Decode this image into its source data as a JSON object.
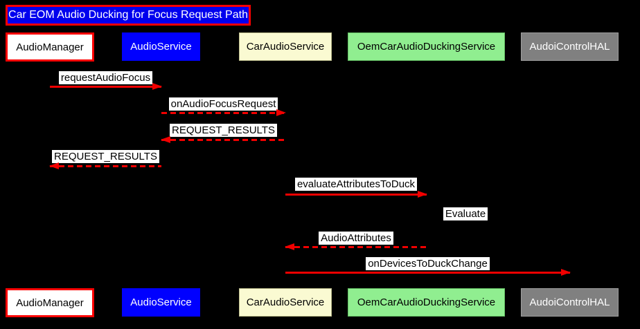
{
  "diagram": {
    "title": "Car EOM Audio Ducking for Focus Request Path",
    "background": "#000000",
    "arrow_color": "#F20000",
    "label_bg": "#FFFFFF",
    "label_fg": "#000000",
    "title_box": {
      "fill": "#0000EE",
      "border": "#FF0000",
      "text_color": "#FFFFFF"
    }
  },
  "participants": [
    {
      "name": "AudioManager",
      "fill": "#FFFFFF",
      "text_color": "#000000",
      "border": "#FF0000"
    },
    {
      "name": "AudioService",
      "fill": "#0000FF",
      "text_color": "#FFFFFF",
      "border": "#0000FF"
    },
    {
      "name": "CarAudioService",
      "fill": "#FAFAD2",
      "text_color": "#000000",
      "border": "#BDBD8C"
    },
    {
      "name": "OemCarAudioDuckingService",
      "fill": "#90EE90",
      "text_color": "#000000",
      "border": "#63BE63"
    },
    {
      "name": "AudoiControlHAL",
      "fill": "#808080",
      "text_color": "#FFFFFF",
      "border": "#9E9E9E"
    }
  ],
  "messages": [
    {
      "label": "requestAudioFocus",
      "from": "AudioManager",
      "to": "AudioService",
      "line": "solid",
      "direction": "right"
    },
    {
      "label": "onAudioFocusRequest",
      "from": "AudioService",
      "to": "CarAudioService",
      "line": "dashed",
      "direction": "right"
    },
    {
      "label": "REQUEST_RESULTS",
      "from": "CarAudioService",
      "to": "AudioService",
      "line": "dashed",
      "direction": "left"
    },
    {
      "label": "REQUEST_RESULTS",
      "from": "AudioService",
      "to": "AudioManager",
      "line": "dashed",
      "direction": "left"
    },
    {
      "label": "evaluateAttributesToDuck",
      "from": "CarAudioService",
      "to": "OemCarAudioDuckingService",
      "line": "solid",
      "direction": "right"
    },
    {
      "label": "Evaluate",
      "from": "OemCarAudioDuckingService",
      "to": "OemCarAudioDuckingService",
      "line": "none",
      "direction": "self"
    },
    {
      "label": "AudioAttributes",
      "from": "OemCarAudioDuckingService",
      "to": "CarAudioService",
      "line": "dashed",
      "direction": "left"
    },
    {
      "label": "onDevicesToDuckChange",
      "from": "CarAudioService",
      "to": "AudoiControlHAL",
      "line": "solid",
      "direction": "right"
    }
  ]
}
